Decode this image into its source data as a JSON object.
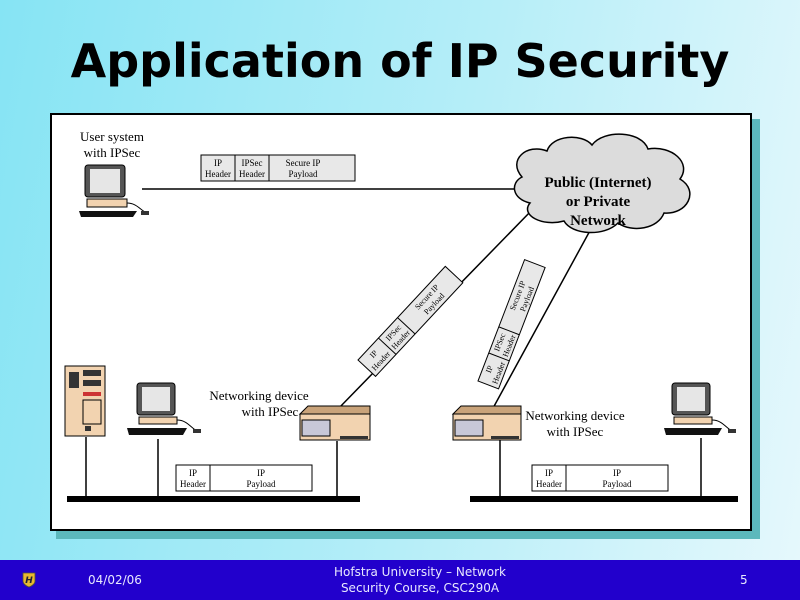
{
  "slide": {
    "title": "Application of IP Security"
  },
  "diagram": {
    "user_system_label_line1": "User system",
    "user_system_label_line2": "with IPSec",
    "cloud_label_line1": "Public (Internet)",
    "cloud_label_line2": "or Private",
    "cloud_label_line3": "Network",
    "net_device_left_line1": "Networking device",
    "net_device_left_line2": "with IPSec",
    "net_device_right_line1": "Networking device",
    "net_device_right_line2": "with IPSec",
    "secure_packet": {
      "ip_header": [
        "IP",
        "Header"
      ],
      "ipsec_header": [
        "IPSec",
        "Header"
      ],
      "payload": [
        "Secure IP",
        "Payload"
      ]
    },
    "plain_packet": {
      "ip_header": [
        "IP",
        "Header"
      ],
      "payload": [
        "IP",
        "Payload"
      ]
    },
    "colors": {
      "packet_fill": "#e8e8e8",
      "cloud_fill": "#dcdcdc",
      "device_beige": "#f2d3b0",
      "lan_bus": "#000000"
    }
  },
  "footer": {
    "logo_icon": "hofstra-shield-icon",
    "date": "04/02/06",
    "course_line1": "Hofstra University – Network",
    "course_line2": "Security Course, CSC290A",
    "page_number": "5",
    "background": "#2200cc"
  }
}
